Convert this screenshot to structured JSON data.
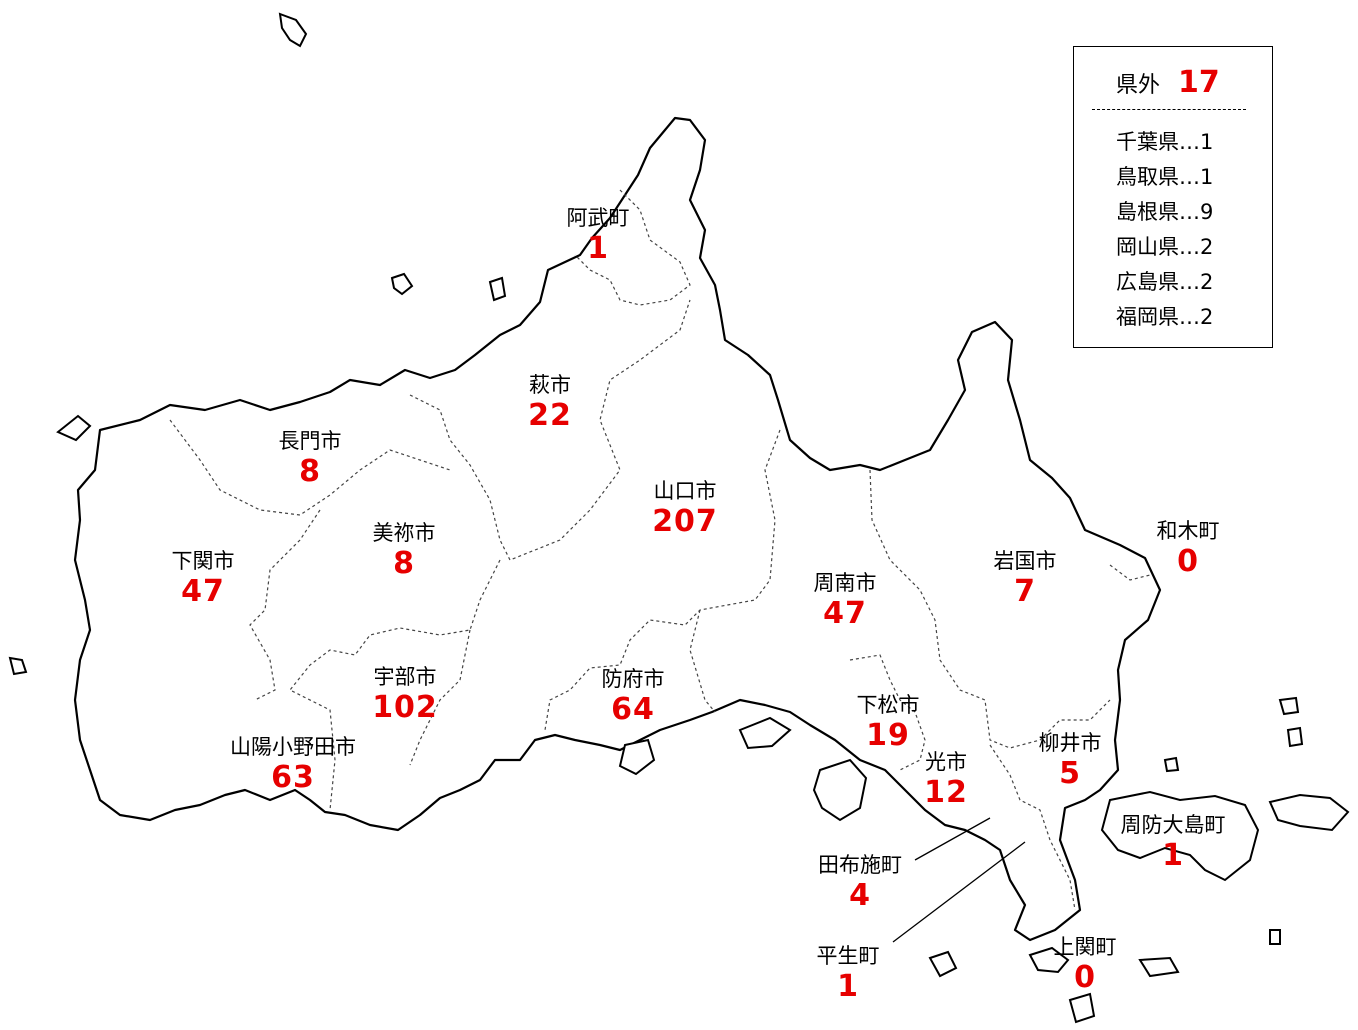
{
  "legend": {
    "title": "県外",
    "total": "17",
    "items": [
      {
        "text": "千葉県…1"
      },
      {
        "text": "鳥取県…1"
      },
      {
        "text": "島根県…9"
      },
      {
        "text": "岡山県…2"
      },
      {
        "text": "広島県…2"
      },
      {
        "text": "福岡県…2"
      }
    ]
  },
  "municipalities": [
    {
      "id": "abu",
      "name": "阿武町",
      "count": "1"
    },
    {
      "id": "hagi",
      "name": "萩市",
      "count": "22"
    },
    {
      "id": "nagato",
      "name": "長門市",
      "count": "8"
    },
    {
      "id": "yamaguchi",
      "name": "山口市",
      "count": "207"
    },
    {
      "id": "mine",
      "name": "美祢市",
      "count": "8"
    },
    {
      "id": "shimonoseki",
      "name": "下関市",
      "count": "47"
    },
    {
      "id": "shunan",
      "name": "周南市",
      "count": "47"
    },
    {
      "id": "iwakuni",
      "name": "岩国市",
      "count": "7"
    },
    {
      "id": "waki",
      "name": "和木町",
      "count": "0"
    },
    {
      "id": "ube",
      "name": "宇部市",
      "count": "102"
    },
    {
      "id": "hofu",
      "name": "防府市",
      "count": "64"
    },
    {
      "id": "kudamatsu",
      "name": "下松市",
      "count": "19"
    },
    {
      "id": "sanyoonoda",
      "name": "山陽小野田市",
      "count": "63"
    },
    {
      "id": "hikari",
      "name": "光市",
      "count": "12"
    },
    {
      "id": "yanai",
      "name": "柳井市",
      "count": "5"
    },
    {
      "id": "suooshima",
      "name": "周防大島町",
      "count": "1"
    },
    {
      "id": "tabuse",
      "name": "田布施町",
      "count": "4"
    },
    {
      "id": "hirao",
      "name": "平生町",
      "count": "1"
    },
    {
      "id": "kaminoseki",
      "name": "上関町",
      "count": "0"
    }
  ]
}
